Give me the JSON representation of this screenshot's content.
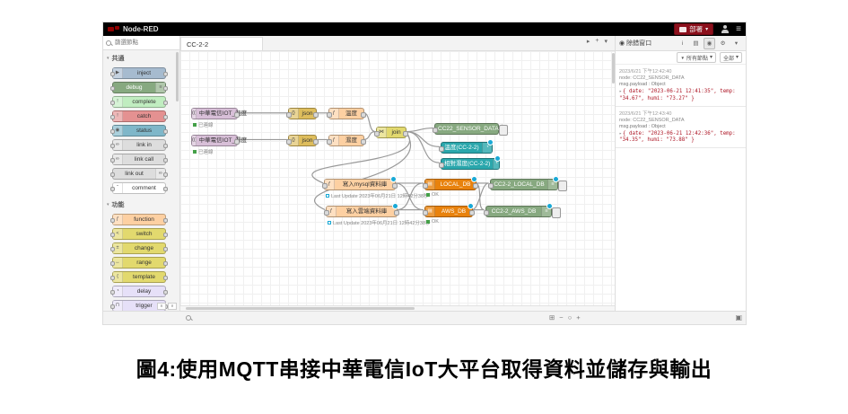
{
  "caption": {
    "text": "圖4:使用MQTT串接中華電信IoT大平台取得資料並儲存與輸出"
  },
  "header": {
    "app_title": "Node-RED",
    "deploy_label": "部署"
  },
  "palette": {
    "search_placeholder": "篩選節點",
    "categories": [
      {
        "label": "共通",
        "items": [
          {
            "label": "inject"
          },
          {
            "label": "debug"
          },
          {
            "label": "complete"
          },
          {
            "label": "catch"
          },
          {
            "label": "status"
          },
          {
            "label": "link in"
          },
          {
            "label": "link call"
          },
          {
            "label": "link out"
          },
          {
            "label": "comment"
          }
        ]
      },
      {
        "label": "功能",
        "items": [
          {
            "label": "function"
          },
          {
            "label": "switch"
          },
          {
            "label": "change"
          },
          {
            "label": "range"
          },
          {
            "label": "template"
          },
          {
            "label": "delay"
          },
          {
            "label": "trigger"
          }
        ]
      }
    ]
  },
  "workspace": {
    "tab_label": "CC-2-2"
  },
  "flow": {
    "mqtt_temp": {
      "label": "中華電信IOT_溫度",
      "status": "已連線"
    },
    "json_temp": {
      "label": "json"
    },
    "func_temp": {
      "label": "溫度"
    },
    "mqtt_humi": {
      "label": "中華電信IOT_濕度",
      "status": "已連線"
    },
    "json_humi": {
      "label": "json"
    },
    "func_humi": {
      "label": "濕度"
    },
    "join": {
      "label": "join"
    },
    "debug_sensor": {
      "label": "CC22_SENSOR_DATA"
    },
    "gauge_temp": {
      "label": "溫度(CC-2-2)"
    },
    "gauge_humi": {
      "label": "相對濕度(CC-2-2)"
    },
    "func_mysql": {
      "label": "寫入mysql資料庫",
      "status": "Last Update 2023年06月21日 12時42分38秒"
    },
    "func_cloud": {
      "label": "寫入雲端資料庫",
      "status": "Last Update 2023年06月21日 12時42分38秒"
    },
    "db_local": {
      "label": "LOCAL_DB",
      "status": "OK"
    },
    "db_aws": {
      "label": "AWS_DB",
      "status": "OK"
    },
    "debug_local": {
      "label": "CC2-2_LOCAL_DB"
    },
    "debug_aws": {
      "label": "CC2-2_AWS_DB"
    }
  },
  "debug_sidebar": {
    "title": "除錯窗口",
    "filter_nodes_label": "所有節點",
    "filter_scope_label": "全部",
    "messages": [
      {
        "timestamp": "2023/6/21 下午12:42:40",
        "node": "node: CC22_SENSOR_DATA",
        "property": "msg.payload : Object",
        "payload": "{ date: \"2023-06-21 12:41:35\", temp: \"34.67\", humi: \"73.27\" }"
      },
      {
        "timestamp": "2023/6/21 下午12:43:40",
        "node": "node: CC22_SENSOR_DATA",
        "property": "msg.payload : Object",
        "payload": "{ date: \"2023-06-21 12:42:36\", temp: \"34.35\", humi: \"73.88\" }"
      }
    ]
  },
  "icons": {
    "plus": "+",
    "caret": "▾",
    "chevron": "▸",
    "list": "≡",
    "info": "i",
    "book": "▤",
    "bug": "◉",
    "gear": "⚙",
    "funnel": "▼",
    "inject": "▶",
    "debug": "≡",
    "complete": "!",
    "catch": "!",
    "status": "◉",
    "link": "∞",
    "comment": "“",
    "function": "ƒ",
    "switch": "<",
    "change": "±",
    "range": "↔",
    "template": "{",
    "delay": "◔",
    "trigger": "⊓",
    "json": "{}",
    "join": "⋈",
    "mqtt": "((",
    "db": "▤",
    "gauge": "◔",
    "collapse_up": "∧",
    "collapse_down": "∨",
    "zoom_out": "−",
    "zoom_reset": "○",
    "zoom_in": "+",
    "fit": "⊞",
    "expand": "▣",
    "expand_msg": "▸"
  },
  "colors": {
    "deploy_red": "#8C101C",
    "wire_grey": "#999999",
    "changed_dot_blue": "#19a9d6",
    "status_ok_green": "#44a048",
    "mqtt_node": "#d8bfd8",
    "json_node": "#debd5c",
    "function_node": "#fdd0a2",
    "join_node": "#e2d96e",
    "debug_node": "#87a980",
    "mysql_node": "#e8820d",
    "gauge_node": "#2aa7ac"
  }
}
